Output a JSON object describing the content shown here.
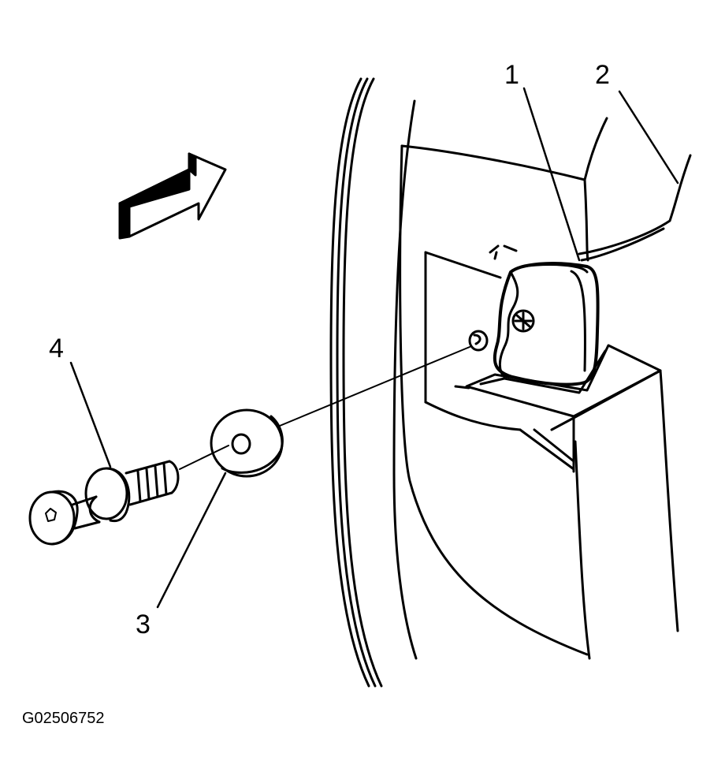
{
  "callouts": {
    "label_1": "1",
    "label_2": "2",
    "label_3": "3",
    "label_4": "4"
  },
  "figure_id": "G02506752",
  "colors": {
    "ink": "#000000",
    "paper": "#ffffff"
  }
}
